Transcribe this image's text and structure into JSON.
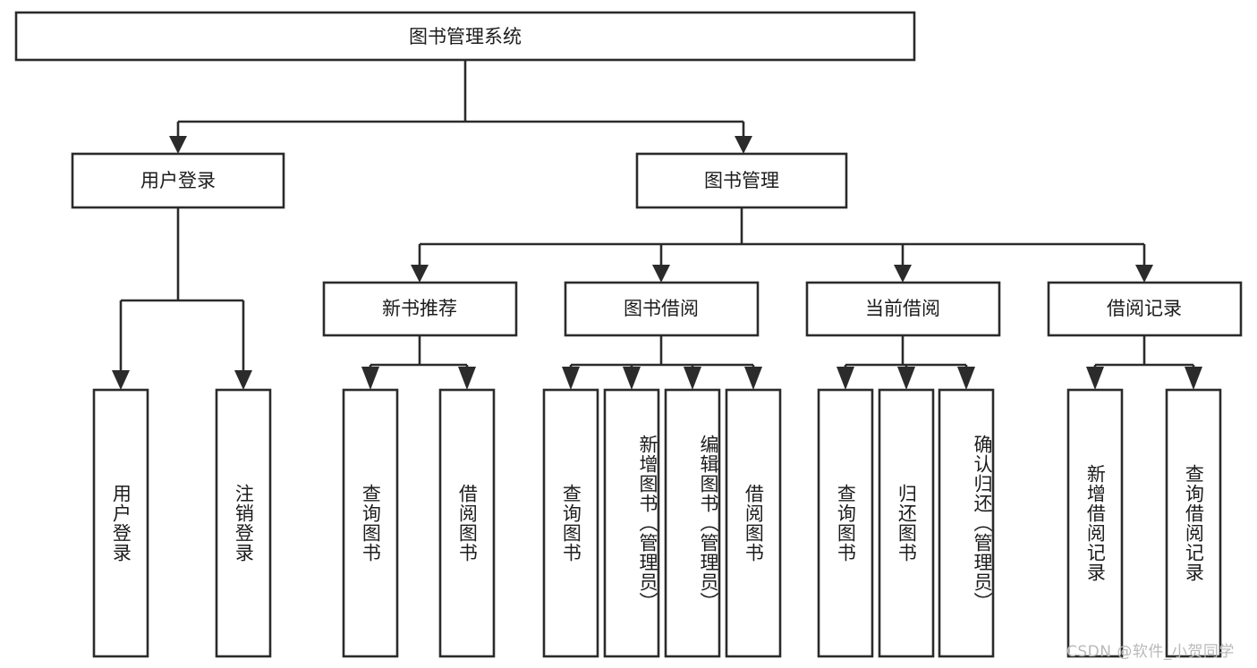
{
  "diagram": {
    "type": "tree-hierarchy",
    "title": "图书管理系统",
    "watermark": "CSDN @软件_小贺同学",
    "colors": {
      "background": "#ffffff",
      "stroke": "#2b2b2b",
      "text": "#1c1c1c",
      "watermark": "#b9b9b9"
    },
    "levels": [
      {
        "level": 0,
        "nodes": [
          {
            "id": "root",
            "label": "图书管理系统",
            "orientation": "horizontal"
          }
        ]
      },
      {
        "level": 1,
        "nodes": [
          {
            "id": "user-login",
            "label": "用户登录",
            "orientation": "horizontal",
            "parent": "root"
          },
          {
            "id": "book-manage",
            "label": "图书管理",
            "orientation": "horizontal",
            "parent": "root"
          }
        ]
      },
      {
        "level": 2,
        "nodes": [
          {
            "id": "new-book-rec",
            "label": "新书推荐",
            "orientation": "horizontal",
            "parent": "book-manage"
          },
          {
            "id": "book-borrow",
            "label": "图书借阅",
            "orientation": "horizontal",
            "parent": "book-manage"
          },
          {
            "id": "current-borrow",
            "label": "当前借阅",
            "orientation": "horizontal",
            "parent": "book-manage"
          },
          {
            "id": "borrow-record",
            "label": "借阅记录",
            "orientation": "horizontal",
            "parent": "book-manage"
          }
        ]
      },
      {
        "level": 3,
        "nodes": [
          {
            "id": "leaf-user-login",
            "label": "用户登录",
            "orientation": "vertical",
            "parent": "user-login"
          },
          {
            "id": "leaf-logout-login",
            "label": "注销登录",
            "orientation": "vertical",
            "parent": "user-login"
          },
          {
            "id": "leaf-query-book-1",
            "label": "查询图书",
            "orientation": "vertical",
            "parent": "new-book-rec"
          },
          {
            "id": "leaf-borrow-book-1",
            "label": "借阅图书",
            "orientation": "vertical",
            "parent": "new-book-rec"
          },
          {
            "id": "leaf-query-book-2",
            "label": "查询图书",
            "orientation": "vertical",
            "parent": "book-borrow"
          },
          {
            "id": "leaf-add-book",
            "label": "新增图书（管理员）",
            "orientation": "vertical",
            "parent": "book-borrow"
          },
          {
            "id": "leaf-edit-book",
            "label": "编辑图书（管理员）",
            "orientation": "vertical",
            "parent": "book-borrow"
          },
          {
            "id": "leaf-borrow-book-2",
            "label": "借阅图书",
            "orientation": "vertical",
            "parent": "book-borrow"
          },
          {
            "id": "leaf-query-book-3",
            "label": "查询图书",
            "orientation": "vertical",
            "parent": "current-borrow"
          },
          {
            "id": "leaf-return-book",
            "label": "归还图书",
            "orientation": "vertical",
            "parent": "current-borrow"
          },
          {
            "id": "leaf-confirm-return",
            "label": "确认归还（管理员）",
            "orientation": "vertical",
            "parent": "current-borrow"
          },
          {
            "id": "leaf-add-record",
            "label": "新增借阅记录",
            "orientation": "vertical",
            "parent": "borrow-record"
          },
          {
            "id": "leaf-query-record",
            "label": "查询借阅记录",
            "orientation": "vertical",
            "parent": "borrow-record"
          }
        ]
      }
    ]
  }
}
